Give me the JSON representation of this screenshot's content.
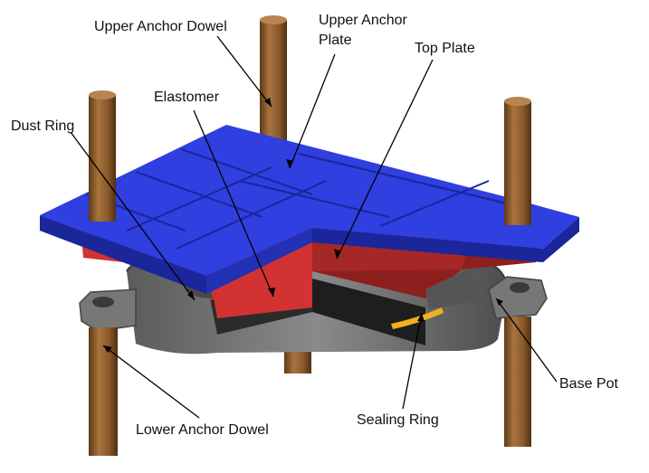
{
  "labels": {
    "upper_anchor_dowel": "Upper Anchor Dowel",
    "upper_anchor_plate_line1": "Upper Anchor",
    "upper_anchor_plate_line2": "Plate",
    "top_plate": "Top Plate",
    "elastomer": "Elastomer",
    "dust_ring": "Dust Ring",
    "lower_anchor_dowel": "Lower Anchor Dowel",
    "sealing_ring": "Sealing Ring",
    "base_pot": "Base Pot"
  },
  "colors": {
    "anchor_plate": "#2f3fe0",
    "anchor_plate_edge": "#1b269a",
    "top_plate": "#d23232",
    "top_plate_dark": "#8e1f1f",
    "elastomer": "#2b2b2b",
    "base_pot": "#6f6f6f",
    "dowel": "#8a5a2b",
    "sealing_ring": "#f0b020"
  }
}
